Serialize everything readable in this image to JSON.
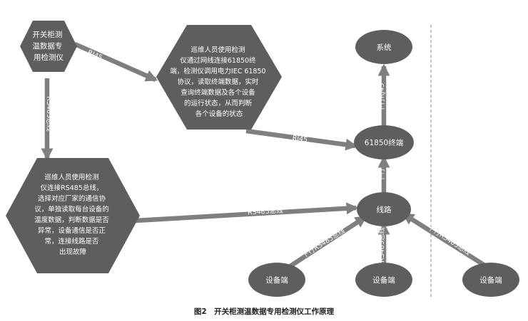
{
  "nodes": {
    "instrument": [
      "开关柜测",
      "温数据专",
      "用检测仪"
    ],
    "rj45_inspect": [
      "巡维人员使用检测",
      "仪通过网线连接61850终",
      "端，检测仪调用电力IEC 61850",
      "协议，读取终端数据，实时",
      "查询终端数据及各个设备",
      "的运行状态，从而判断",
      "各个设备的状态"
    ],
    "rs485_inspect": [
      "巡维人员使用检测",
      "仪连接RS485总线，",
      "选择对应厂家的通信协",
      "议，单独读取每台设备的",
      "温度数据，判断数据是否",
      "异常，设备通信是否正",
      "常，连接线路是否",
      "出现故障"
    ],
    "system": "系统",
    "terminal": "61850终端",
    "line": "线路",
    "device_left": "设备端",
    "device_mid": "设备端",
    "device_right": "设备端"
  },
  "edges": {
    "instrument_to_rj45": "RJ45",
    "instrument_to_rs485": "RS485总线",
    "rj45_to_terminal": "RJ45",
    "terminal_to_system": "下行RJ45",
    "line_to_terminal": "下行",
    "rs485_to_line": "RS485总线",
    "left_device_to_line": "下行RS485总线",
    "mid_device_to_line": "RS485总线",
    "right_device_to_line": "下行RS485总线"
  },
  "caption": "图2　开关柜测温数据专用检测仪工作原理",
  "colors": {
    "node": "#5e5e5e",
    "arrow": "#7f7f7f",
    "divider": "#888888"
  }
}
